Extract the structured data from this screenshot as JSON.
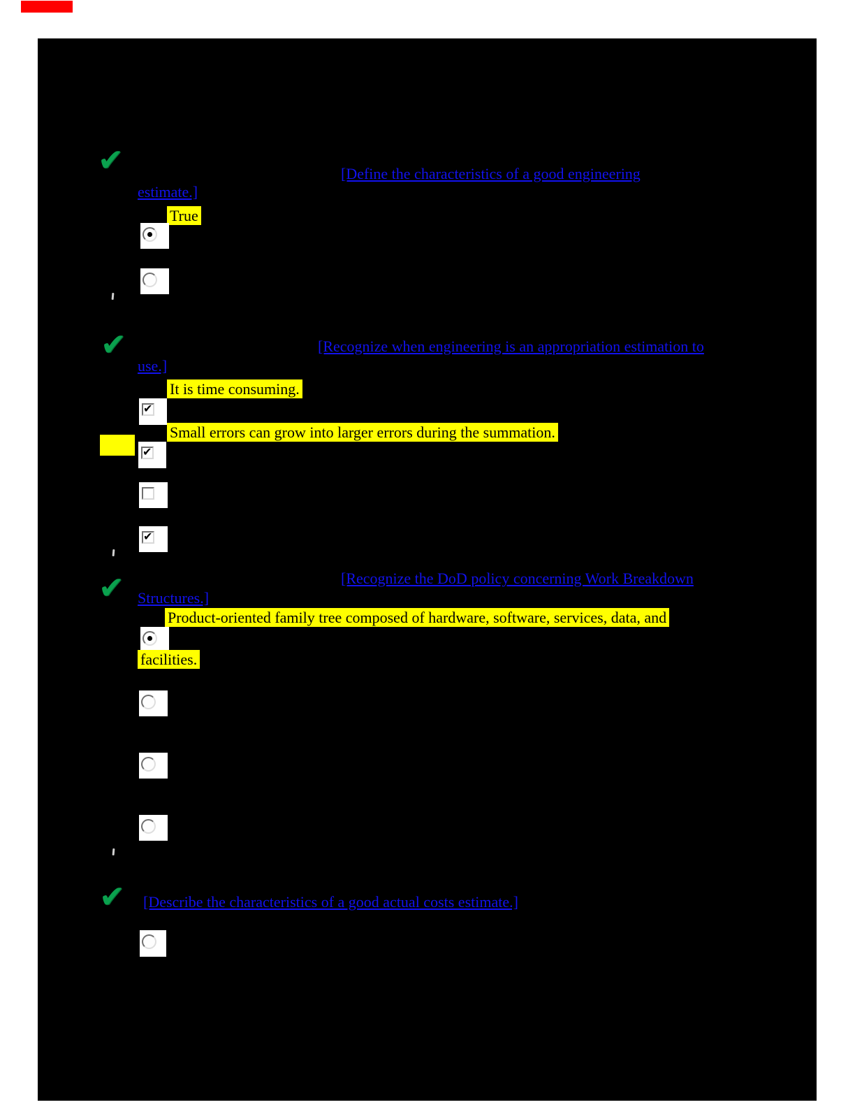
{
  "colors": {
    "page_bg": "#ffffff",
    "content_bg": "#000000",
    "highlight": "#ffff00",
    "link_blue": "#1212ee",
    "correct_green": "#0aa14e",
    "artifact_red": "#ff0000"
  },
  "icons": {
    "correct_check": "✔"
  },
  "questions": [
    {
      "result": "correct",
      "objective_link": {
        "line1": "[Define the characteristics of a good engineering",
        "line2": "estimate.]"
      },
      "answers": {
        "a1": "True"
      },
      "controls": [
        {
          "kind": "radio",
          "state": "selected"
        },
        {
          "kind": "radio",
          "state": "unselected"
        }
      ]
    },
    {
      "result": "correct",
      "objective_link": {
        "line1": "[Recognize when engineering is an appropriation estimation to",
        "line2": "use.]"
      },
      "answers": {
        "a1": "It is time consuming.",
        "a2": "Small errors can grow into larger errors during the summation."
      },
      "controls": [
        {
          "kind": "checkbox",
          "state": "checked"
        },
        {
          "kind": "checkbox",
          "state": "checked"
        },
        {
          "kind": "checkbox",
          "state": "unchecked"
        },
        {
          "kind": "checkbox",
          "state": "checked"
        }
      ]
    },
    {
      "result": "correct",
      "objective_link": {
        "line1": "[Recognize the DoD policy concerning Work Breakdown",
        "line2": "Structures.]"
      },
      "answers": {
        "a1_line1": "Product-oriented family tree composed of hardware, software, services, data, and",
        "a1_line2": "facilities."
      },
      "controls": [
        {
          "kind": "radio",
          "state": "selected"
        },
        {
          "kind": "radio",
          "state": "unselected"
        },
        {
          "kind": "radio",
          "state": "unselected"
        },
        {
          "kind": "radio",
          "state": "unselected"
        }
      ]
    },
    {
      "result": "correct",
      "objective_link": {
        "line1": "[Describe the characteristics of a good actual costs estimate.]"
      },
      "controls": [
        {
          "kind": "radio",
          "state": "unselected"
        }
      ]
    }
  ]
}
